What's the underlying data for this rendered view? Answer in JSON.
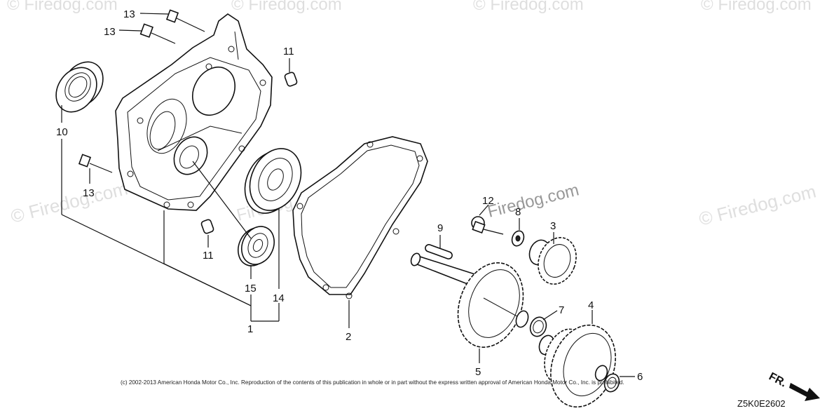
{
  "watermark": {
    "text": "© Firedog.com",
    "brand": "Firedog.com"
  },
  "copyright": "(c) 2002-2013 American Honda Motor Co., Inc. Reproduction of the contents of this publication in whole or in part without the express written approval of American Honda Motor Co., Inc. is prohibited.",
  "diagram_code": "Z5K0E2602",
  "direction_label": "FR.",
  "part_labels": {
    "p1": "1",
    "p2": "2",
    "p3": "3",
    "p4": "4",
    "p5": "5",
    "p6": "6",
    "p7": "7",
    "p8": "8",
    "p9": "9",
    "p10": "10",
    "p11a": "11",
    "p11b": "11",
    "p12": "12",
    "p13a": "13",
    "p13b": "13",
    "p13c": "13",
    "p14": "14",
    "p15": "15"
  },
  "colors": {
    "line": "#111111",
    "background": "#ffffff",
    "watermark": "#000000"
  }
}
